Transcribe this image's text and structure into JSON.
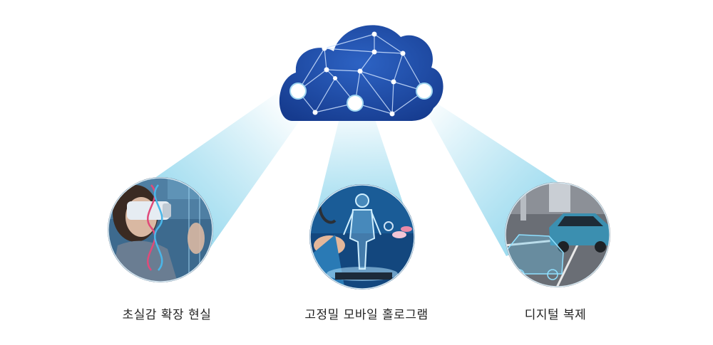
{
  "diagram": {
    "hub": {
      "name": "cloud",
      "icon": "network-cloud-icon",
      "color": "#1e4aa0"
    },
    "nodes": [
      {
        "id": "vr",
        "label": "초실감 확장 현실",
        "icon": "vr-headset-woman-icon"
      },
      {
        "id": "holo",
        "label": "고정밀 모바일 홀로그램",
        "icon": "hologram-human-body-icon"
      },
      {
        "id": "twin",
        "label": "디지털 복제",
        "icon": "digital-twin-car-icon"
      }
    ],
    "beam_color": "#8fd8ee"
  }
}
